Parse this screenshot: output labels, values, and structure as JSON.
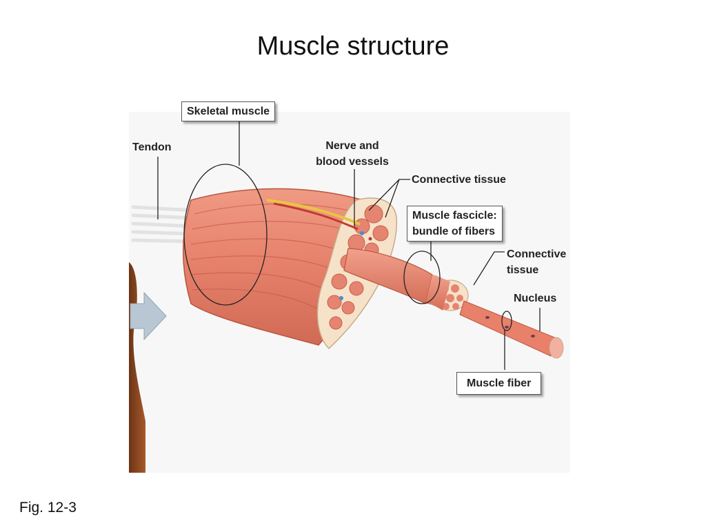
{
  "slide": {
    "title": "Muscle structure",
    "figure_label": "Fig. 12-3"
  },
  "labels": {
    "skeletal_muscle": "Skeletal muscle",
    "tendon": "Tendon",
    "nerve_line1": "Nerve and",
    "nerve_line2": "blood vessels",
    "connective_tissue_top": "Connective tissue",
    "fascicle_line1": "Muscle fascicle:",
    "fascicle_line2": "bundle of fibers",
    "connective_line1": "Connective",
    "connective_line2": "tissue",
    "nucleus": "Nucleus",
    "muscle_fiber": "Muscle fiber"
  },
  "colors": {
    "muscle": "#e8806a",
    "muscle_dark": "#c65a47",
    "tissue": "#f6e2c8",
    "arrow": "#b8c7d3"
  }
}
